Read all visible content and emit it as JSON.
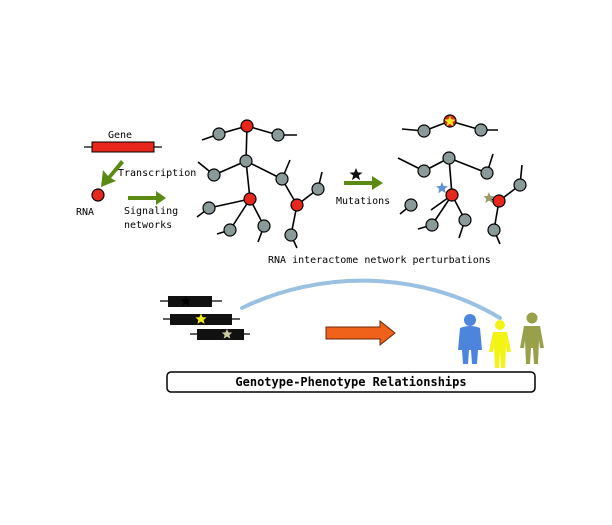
{
  "labels": {
    "gene": "Gene",
    "transcription": "Transcription",
    "rna": "RNA",
    "signaling_line1": "Signaling",
    "signaling_line2": "networks",
    "mutations": "Mutations",
    "perturbations": "RNA interactome network perturbations",
    "relationships": "Genotype-Phenotype Relationships"
  },
  "colors": {
    "gene_bar": "#e8271c",
    "rna_node": "#e8271c",
    "network_node": "#8a9a98",
    "green_arrow": "#5a8a12",
    "orange_arrow": "#f0621a",
    "curve": "#9ac0e2",
    "star_blue": "#5e92d6",
    "star_yellow": "#f0ec1a",
    "star_grey": "#c9c9a3",
    "star_olive": "#9a9a6a",
    "star_black": "#111111",
    "person_blue": "#4d84dc",
    "person_yellow": "#f3f315",
    "person_olive": "#98a04a",
    "dna_bar": "#111111"
  },
  "icons": [
    "star-icon",
    "person-icon",
    "arrow-icon"
  ]
}
